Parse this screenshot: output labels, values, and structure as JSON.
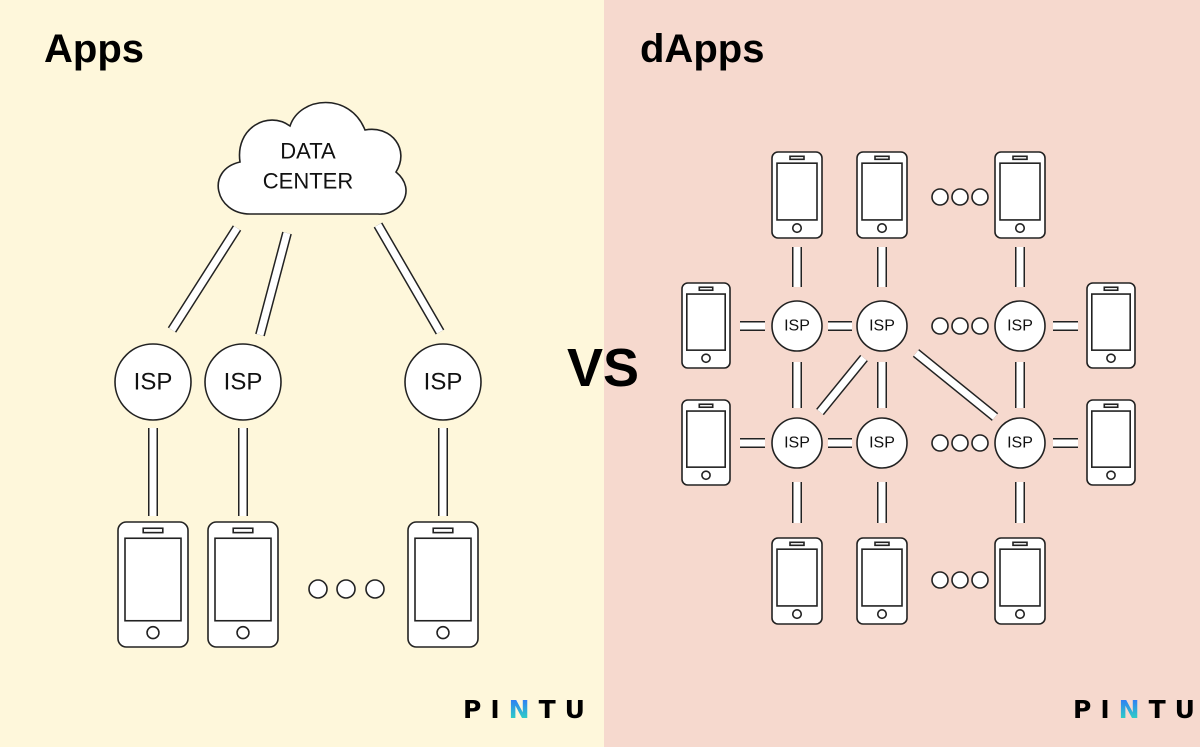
{
  "left": {
    "title": "Apps",
    "cloud_label_line1": "DATA",
    "cloud_label_line2": "CENTER",
    "isp_label": "ISP",
    "background": "#FEF7DB"
  },
  "center": {
    "vs_label": "VS"
  },
  "right": {
    "title": "dApps",
    "isp_label": "ISP",
    "background": "#F6D9CE"
  },
  "logo": {
    "text": "PINTU",
    "accent_letter": "N",
    "accent_colors": [
      "#2F6BFF",
      "#2EE6B8"
    ]
  }
}
